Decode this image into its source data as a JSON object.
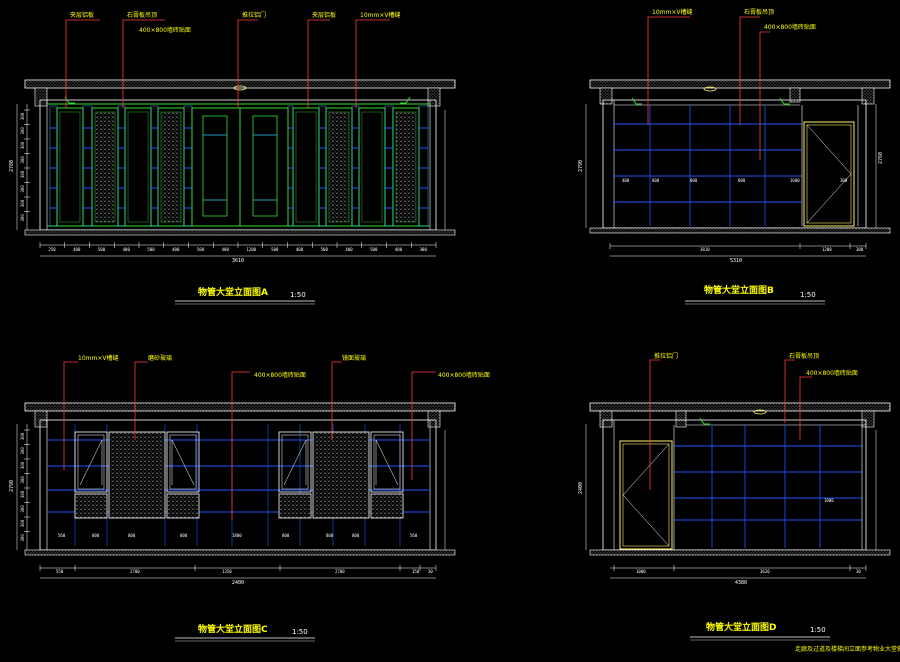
{
  "colors": {
    "background": "#000000",
    "leader": "#ff3b3b",
    "frame": "#ffffff",
    "panel_green": "#33dd33",
    "glass_blue": "#1f55ff",
    "accent_cyan": "#33ccff",
    "door_yellow": "#ffee66",
    "hatch_gray": "#b8b8b8",
    "label_yellow": "#ffff00"
  },
  "note": "走廊及过道及楼梯间立面参考物业大堂做法",
  "elevations": [
    {
      "title": "物管大堂立面图A",
      "scale": "1:50",
      "labels": [
        "夹层铝板",
        "石膏板吊顶",
        "400×800墙砖贴面",
        "推拉铝门",
        "夹层铝板",
        "10mm×V槽缝"
      ],
      "dims_top": [
        "250",
        "400",
        "500",
        "400",
        "500",
        "400",
        "500",
        "400",
        "1200",
        "500",
        "400",
        "500",
        "400",
        "500",
        "400",
        "300"
      ],
      "dims_total": [
        "3610"
      ],
      "dims_side": [
        "300",
        "300",
        "300",
        "300",
        "300",
        "300",
        "300",
        "300"
      ],
      "dim_height": "2780"
    },
    {
      "title": "物管大堂立面图B",
      "scale": "1:50",
      "labels": [
        "10mm×V槽缝",
        "石膏板吊顶",
        "400×800墙砖贴面"
      ],
      "dims_row": [
        "400",
        "800",
        "800",
        "800",
        "1600",
        "300"
      ],
      "dims_bottom": [
        "3810",
        "1200",
        "300"
      ],
      "dims_total": [
        "5310"
      ],
      "dim_left": "2790",
      "dim_right": "2760"
    },
    {
      "title": "物管大堂立面图C",
      "scale": "1:50",
      "labels": [
        "10mm×V槽缝",
        "磨砂玻璃",
        "400×800墙砖贴面",
        "镜面玻璃",
        "400×800墙砖贴面"
      ],
      "dims_row": [
        "560",
        "800",
        "800",
        "800",
        "1800",
        "800",
        "800",
        "800",
        "560"
      ],
      "dims_bottom": [
        "550",
        "2700",
        "1350",
        "2700",
        "350",
        "30"
      ],
      "dims_total": [
        "2400"
      ],
      "dims_side": [
        "300",
        "300",
        "300",
        "300",
        "300",
        "300",
        "300",
        "300"
      ],
      "dim_height": "2790"
    },
    {
      "title": "物管大堂立面图D",
      "scale": "1:50",
      "labels": [
        "推拉铝门",
        "石膏板吊顶",
        "400×800墙砖贴面"
      ],
      "dims_row": [
        "1000"
      ],
      "dims_bottom": [
        "1000",
        "3620",
        "30"
      ],
      "dims_total": [
        "4380"
      ],
      "dim_left": "2400"
    }
  ]
}
